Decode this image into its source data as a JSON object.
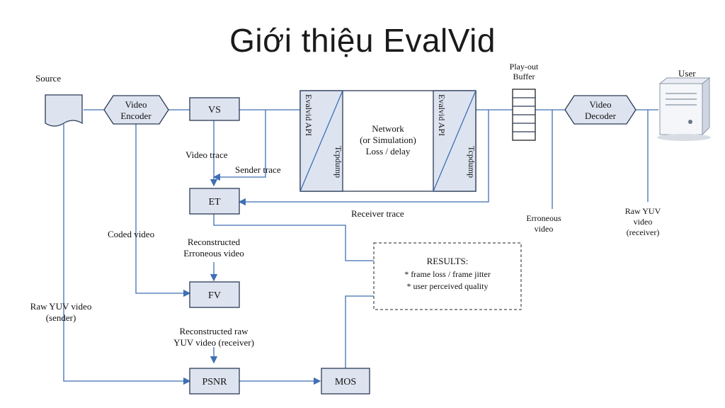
{
  "title": "Giới thiệu EvalVid",
  "diagram": {
    "source": "Source",
    "video_encoder": [
      "Video",
      "Encoder"
    ],
    "vs": "VS",
    "evalvid_api": "Evalvid API",
    "tcpdump": "Tcpdump",
    "network": [
      "Network",
      "(or Simulation)",
      "Loss / delay"
    ],
    "playout_buffer": [
      "Play-out",
      "Buffer"
    ],
    "video_decoder": [
      "Video",
      "Decoder"
    ],
    "user": "User",
    "video_trace": "Video trace",
    "sender_trace": "Sender trace",
    "et": "ET",
    "receiver_trace": "Receiver trace",
    "erroneous_video": [
      "Erroneous",
      "video"
    ],
    "raw_yuv_receiver": [
      "Raw YUV",
      "video",
      "(receiver)"
    ],
    "coded_video": "Coded video",
    "reconstructed_erroneous": [
      "Reconstructed",
      "Erroneous video"
    ],
    "results": [
      "RESULTS:",
      "* frame loss / frame jitter",
      "* user perceived quality"
    ],
    "fv": "FV",
    "raw_yuv_sender": [
      "Raw YUV video",
      "(sender)"
    ],
    "reconstructed_raw": [
      "Reconstructed raw",
      "YUV video (receiver)"
    ],
    "psnr": "PSNR",
    "mos": "MOS"
  }
}
